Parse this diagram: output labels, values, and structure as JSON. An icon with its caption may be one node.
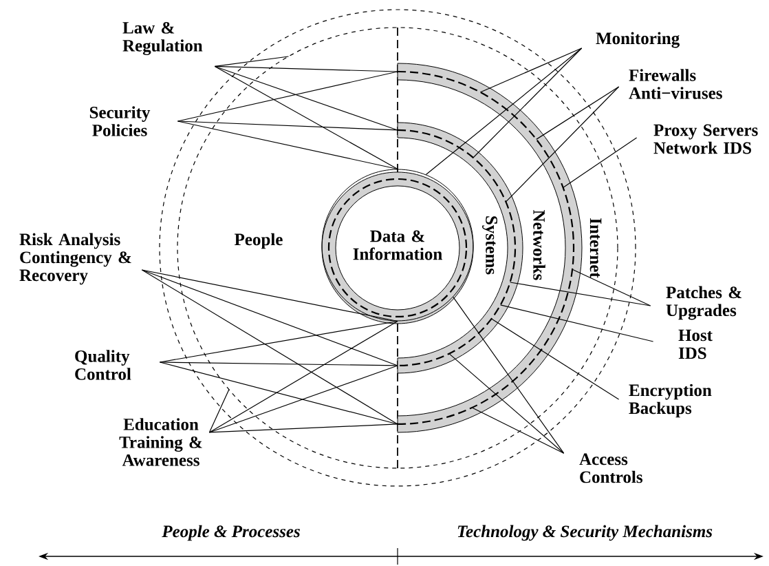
{
  "diagram": {
    "nodes": [
      {
        "text": [
          "Law & Regulation"
        ]
      },
      {
        "text": [
          "Monitoring"
        ]
      },
      {
        "text": [
          "Firewalls Anti−viruses"
        ]
      },
      {
        "text": [
          "Security Policies"
        ]
      },
      {
        "text": [
          "Proxy Servers Network IDS"
        ]
      },
      {
        "text": [
          "Data & Information"
        ]
      },
      {
        "text": [
          "Risk Analysis Contingency & Recovery"
        ]
      },
      {
        "text": [
          "Patches & Upgrades"
        ]
      },
      {
        "text": [
          "Host IDS"
        ]
      },
      {
        "text": [
          "Quality Control"
        ]
      },
      {
        "text": [
          "Encryption Backups"
        ]
      },
      {
        "text": [
          "Education Training & Awareness"
        ]
      },
      {
        "text": [
          "Access Controls"
        ]
      },
      {
        "text": [
          "Systems"
        ]
      },
      {
        "text": [
          "Networks"
        ]
      }
    ],
    "edges": [
      {
        "from": 0,
        "to": null,
        "arrow": "none"
      },
      {
        "from": 0,
        "to": 14,
        "arrow": "none"
      },
      {
        "from": 0,
        "to": 13,
        "arrow": "none"
      },
      {
        "from": 0,
        "to": 5,
        "arrow": "none"
      },
      {
        "from": 3,
        "to": 14,
        "arrow": "none"
      },
      {
        "from": 3,
        "to": 13,
        "arrow": "none"
      },
      {
        "from": 3,
        "to": 5,
        "arrow": "none"
      },
      {
        "from": 1,
        "to": 14,
        "arrow": "none"
      },
      {
        "from": 1,
        "to": 13,
        "arrow": "none"
      },
      {
        "from": 1,
        "to": 5,
        "arrow": "none"
      },
      {
        "from": 2,
        "to": 14,
        "arrow": "none"
      },
      {
        "from": 2,
        "to": 13,
        "arrow": "none"
      },
      {
        "from": 4,
        "to": 14,
        "arrow": "none"
      },
      {
        "from": 6,
        "to": 5,
        "arrow": "none"
      },
      {
        "from": 6,
        "to": 13,
        "arrow": "none"
      },
      {
        "from": 6,
        "to": 14,
        "arrow": "none"
      },
      {
        "from": 7,
        "to": 14,
        "arrow": "none"
      },
      {
        "from": 7,
        "to": 13,
        "arrow": "none"
      },
      {
        "from": 8,
        "to": 13,
        "arrow": "none"
      },
      {
        "from": 9,
        "to": 5,
        "arrow": "none"
      },
      {
        "from": 9,
        "to": 13,
        "arrow": "none"
      },
      {
        "from": 9,
        "to": 14,
        "arrow": "none"
      },
      {
        "from": 10,
        "to": 13,
        "arrow": "none"
      },
      {
        "from": 11,
        "to": null,
        "arrow": "none"
      },
      {
        "from": 11,
        "to": 5,
        "arrow": "none"
      },
      {
        "from": 11,
        "to": 13,
        "arrow": "none"
      },
      {
        "from": 11,
        "to": 14,
        "arrow": "none"
      },
      {
        "from": 12,
        "to": 5,
        "arrow": "none"
      },
      {
        "from": 12,
        "to": 13,
        "arrow": "none"
      },
      {
        "from": 12,
        "to": 14,
        "arrow": "none"
      }
    ],
    "labels": [
      "People",
      "Internet",
      "People & Processes",
      "Technology & Security Mechanisms"
    ]
  }
}
